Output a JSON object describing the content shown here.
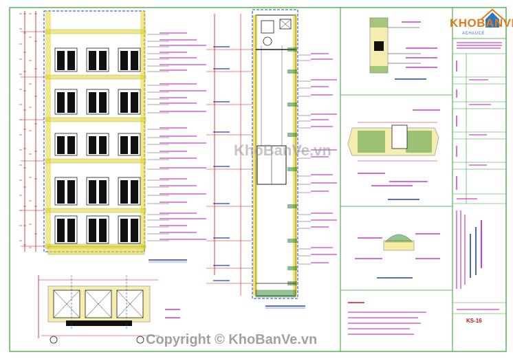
{
  "watermark": {
    "center_text": "KhoBanVe.vn",
    "bottom_text": "Copyright © KhoBanVe.vn"
  },
  "title_block": {
    "logo_text": "KHOBANVE",
    "logo_subtext": "ACHAUCE",
    "sheet_number": "KS-16"
  },
  "colors": {
    "line_main": "#1a1a1a",
    "line_blue": "#1a3fc7",
    "dim_red": "#d01010",
    "label_magenta": "#c010c0",
    "wall_yellow": "#e8d020",
    "hatch_green": "#2a8a2a",
    "frame_green": "#30a030",
    "door_dark": "#111111",
    "logo_orange": "#e37b1a"
  },
  "icons": [
    "house-logo-icon",
    "elevator-motor-icon"
  ]
}
